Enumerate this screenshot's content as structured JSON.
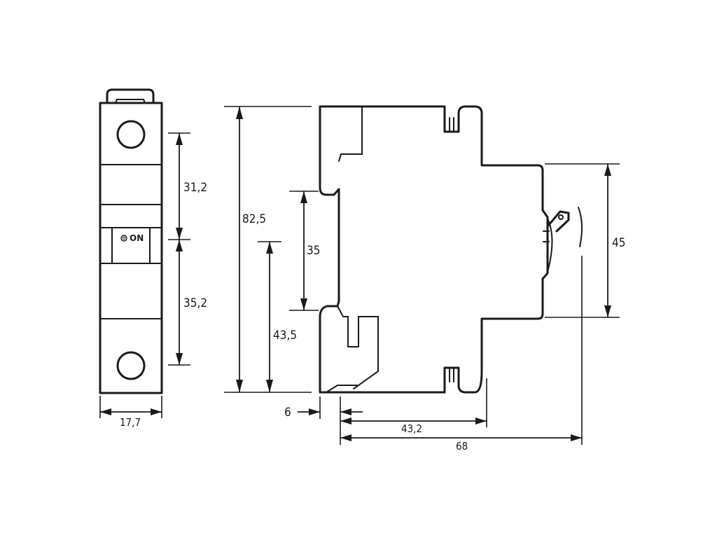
{
  "switch_label": "ON",
  "dimensions": {
    "top_to_center": "31,2",
    "center_to_bottom": "35,2",
    "width_front": "17,7",
    "overall_height": "82,5",
    "rail_width": "35",
    "base_to_rail": "43,5",
    "handle_height": "45",
    "rail_offset": "6",
    "body_depth": "43,2",
    "overall_depth": "68"
  }
}
